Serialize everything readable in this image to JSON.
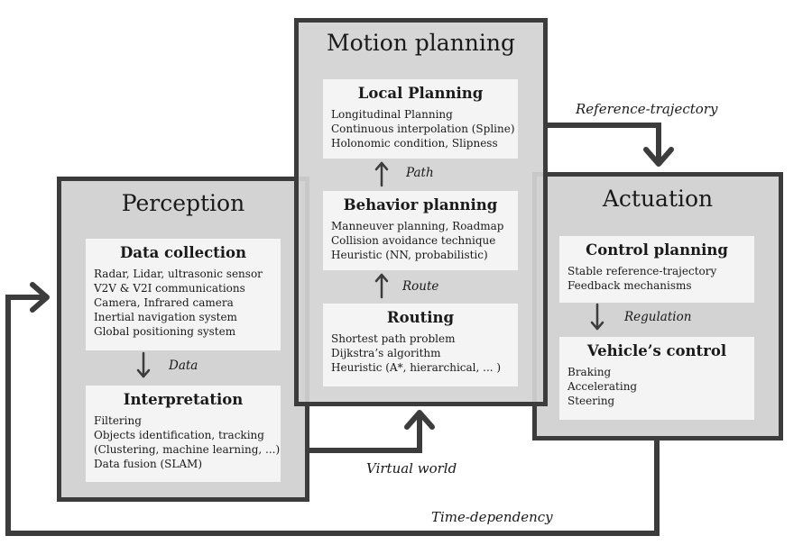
{
  "motion_planning": {
    "title": "Motion planning",
    "local_planning": {
      "title": "Local Planning",
      "lines": [
        "Longitudinal Planning",
        "Continuous interpolation (Spline)",
        "Holonomic condition, Slipness"
      ]
    },
    "behavior_planning": {
      "title": "Behavior planning",
      "lines": [
        "Manneuver planning, Roadmap",
        "Collision avoidance technique",
        "Heuristic (NN, probabilistic)"
      ]
    },
    "routing": {
      "title": "Routing",
      "lines": [
        "Shortest path problem",
        "Dijkstra’s algorithm",
        "Heuristic (A*, hierarchical, ... )"
      ]
    },
    "path_label": "Path",
    "route_label": "Route"
  },
  "perception": {
    "title": "Perception",
    "data_collection": {
      "title": "Data collection",
      "lines": [
        "Radar, Lidar, ultrasonic sensor",
        "V2V & V2I communications",
        "Camera, Infrared camera",
        "Inertial navigation system",
        "Global positioning system"
      ]
    },
    "interpretation": {
      "title": "Interpretation",
      "lines": [
        "Filtering",
        "Objects identification, tracking",
        "(Clustering, machine learning, ...)",
        "Data fusion (SLAM)"
      ]
    },
    "data_label": "Data"
  },
  "actuation": {
    "title": "Actuation",
    "control_planning": {
      "title": "Control planning",
      "lines": [
        "Stable reference-trajectory",
        "Feedback mechanisms"
      ]
    },
    "vehicle_control": {
      "title": "Vehicle’s control",
      "lines": [
        "Braking",
        "Accelerating",
        "Steering"
      ]
    },
    "regulation_label": "Regulation"
  },
  "flows": {
    "reference_trajectory": "Reference-trajectory",
    "virtual_world": "Virtual world",
    "time_dependency": "Time-dependency"
  },
  "colors": {
    "panel_fill": "#d3d3d3",
    "panel_border": "#3c3c3c",
    "card_fill": "#f4f4f4",
    "arrow": "#3c3c3c"
  }
}
